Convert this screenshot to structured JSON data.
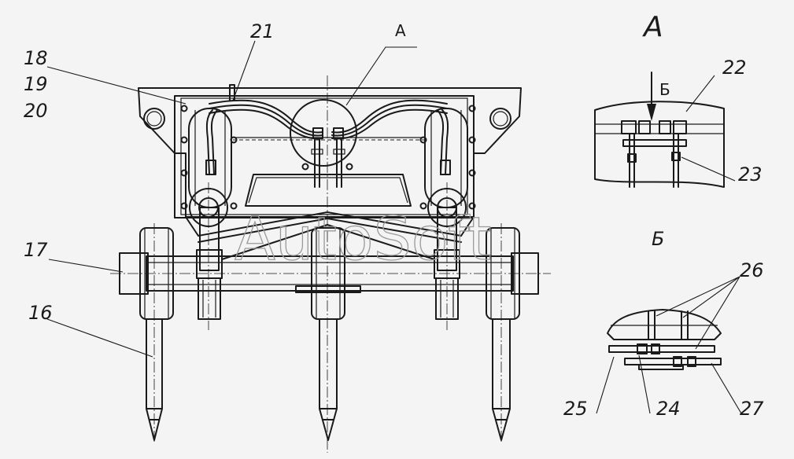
{
  "watermark": "AutoSoft",
  "view_labels": {
    "main_callout": "А",
    "detail_a_title": "А",
    "detail_a_arrow": "Б",
    "detail_b_title": "Б"
  },
  "callouts": {
    "n16": "16",
    "n17": "17",
    "n18": "18",
    "n19": "19",
    "n20": "20",
    "n21": "21",
    "n22": "22",
    "n23": "23",
    "n24": "24",
    "n25": "25",
    "n26": "26",
    "n27": "27"
  }
}
